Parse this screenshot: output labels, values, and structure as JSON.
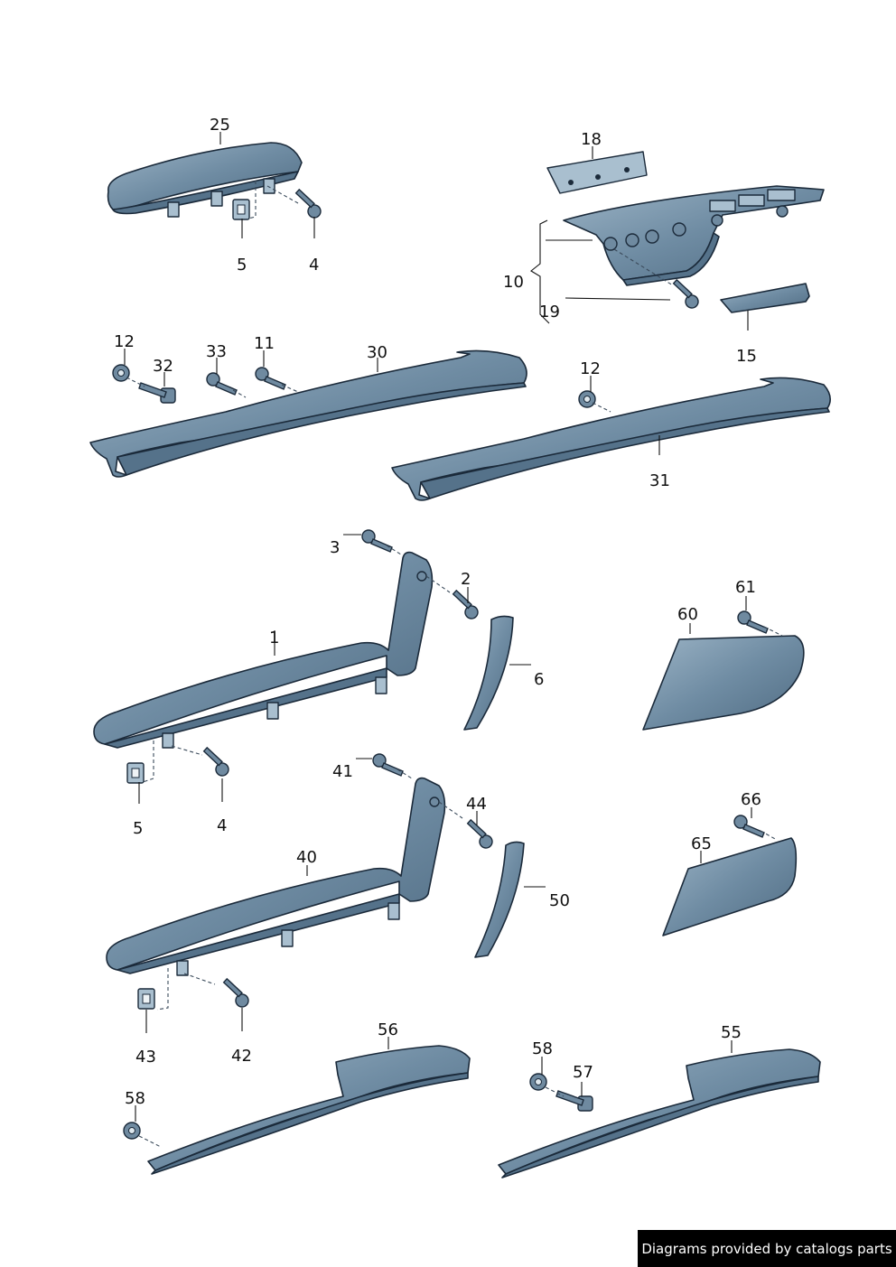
{
  "callouts": {
    "c25": "25",
    "c5a": "5",
    "c4a": "4",
    "c18": "18",
    "c10": "10",
    "c19": "19",
    "c15": "15",
    "c12a": "12",
    "c32": "32",
    "c33": "33",
    "c11": "11",
    "c30": "30",
    "c12b": "12",
    "c31": "31",
    "c3": "3",
    "c2": "2",
    "c1": "1",
    "c6": "6",
    "c5b": "5",
    "c4b": "4",
    "c60": "60",
    "c61": "61",
    "c41": "41",
    "c44": "44",
    "c40": "40",
    "c50": "50",
    "c43": "43",
    "c42": "42",
    "c65": "65",
    "c66": "66",
    "c56": "56",
    "c58a": "58",
    "c58b": "58",
    "c57": "57",
    "c55": "55"
  },
  "watermark": "Diagrams provided by catalogs parts"
}
